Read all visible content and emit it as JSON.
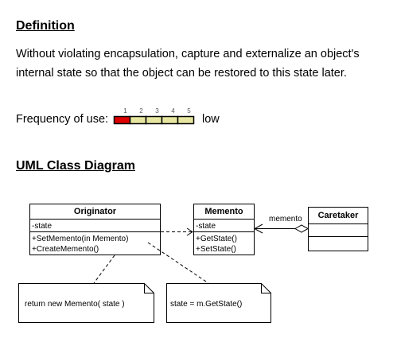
{
  "definition": {
    "heading": "Definition",
    "text": "Without violating encapsulation, capture and externalize an object's internal state so that the object can be restored to this state later."
  },
  "frequency": {
    "label": "Frequency of use:",
    "rating": 1,
    "scale": [
      "1",
      "2",
      "3",
      "4",
      "5"
    ],
    "level_label": "low",
    "colors": {
      "filled": "#dd0000",
      "empty": "#e6e6a0"
    }
  },
  "uml": {
    "heading": "UML Class Diagram",
    "classes": {
      "originator": {
        "name": "Originator",
        "attributes": [
          "-state"
        ],
        "operations": [
          "+SetMemento(in Memento)",
          "+CreateMemento()"
        ]
      },
      "memento": {
        "name": "Memento",
        "attributes": [
          "-state"
        ],
        "operations": [
          "+GetState()",
          "+SetState()"
        ]
      },
      "caretaker": {
        "name": "Caretaker",
        "attributes": [],
        "operations": []
      }
    },
    "association_label": "memento",
    "notes": {
      "originator_note": "return new Memento( state )",
      "memento_note": "state = m.GetState()"
    }
  }
}
